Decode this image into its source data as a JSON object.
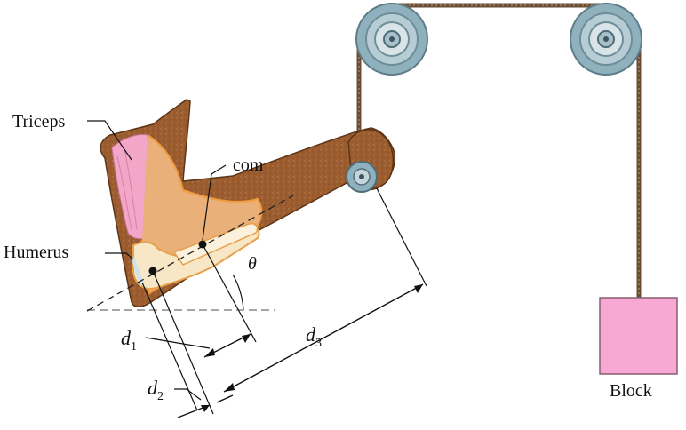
{
  "labels": {
    "triceps": "Triceps",
    "humerus": "Humerus",
    "com": "com",
    "theta": "θ",
    "d1": "d",
    "d1_sub": "1",
    "d2": "d",
    "d2_sub": "2",
    "d3": "d",
    "d3_sub": "3",
    "block": "Block"
  },
  "colors": {
    "skin": "#9a5c2e",
    "skin_dark": "#6e3e1c",
    "muscle": "#f2a6c8",
    "bone": "#f7e7c6",
    "bone_edge": "#e7a04a",
    "pulley": "#a7c0c9",
    "pulley_dark": "#6f8d99",
    "rope": "#6b4d35",
    "block": "#f7a8d3"
  }
}
